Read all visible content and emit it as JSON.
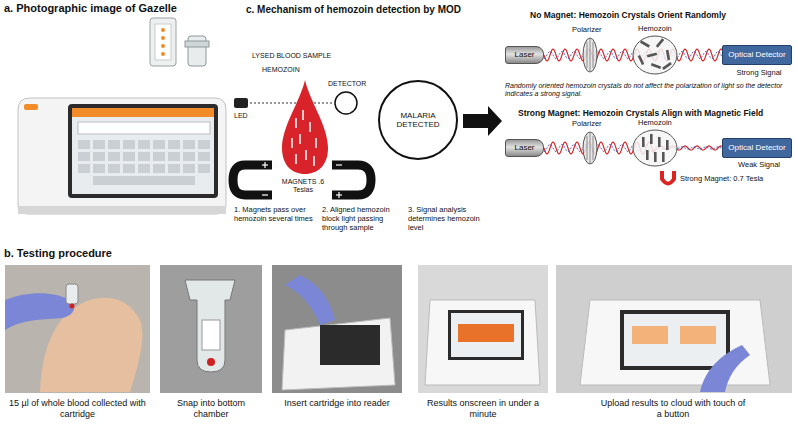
{
  "diagram": {
    "nodes": [
      {
        "text": [
          "MALARIA DETECTED"
        ]
      },
      {
        "text": [
          "Laser"
        ]
      },
      {
        "text": [
          "Optical Detector"
        ]
      },
      {
        "text": [
          "Laser"
        ]
      },
      {
        "text": [
          "Optical Detector"
        ]
      }
    ],
    "edges": [
      {
        "from": 1,
        "to": 2,
        "arrow": "none"
      },
      {
        "from": 3,
        "to": 4,
        "arrow": "none"
      }
    ],
    "labels": [
      "a. Photographic image of Gazelle",
      "c. Mechanism of hemozoin detection by MOD",
      "LYSED BLOOD SAMPLE",
      "LED",
      "HEMOZOIN",
      "DETECTOR",
      "MAGNETS .6 Teslas",
      "1. Magnets pass over hemozoin several times",
      "2. Aligned hemozoin block light passing through sample",
      "3. Signal analysis determines hemozoin level",
      "No Magnet: Hemozoin Crystals Orient Randomly",
      "Polarizer",
      "Hemozoin",
      "Strong Signal",
      "Randomly oriented hemozoin crystals do not affect the polarization of light so the detector indicates a strong signal.",
      "Strong Magnet: Hemozoin Crystals Align with Magnetic Field",
      "Polarizer",
      "Hemozoin",
      "Weak Signal",
      "Strong Magnet: 0.7 Tesla",
      "b. Testing procedure",
      "15 µl of whole blood collected with cartridge",
      "Snap into bottom chamber",
      "Insert cartridge into reader",
      "Results onscreen in under a minute",
      "Upload results to cloud with touch of a button"
    ]
  }
}
